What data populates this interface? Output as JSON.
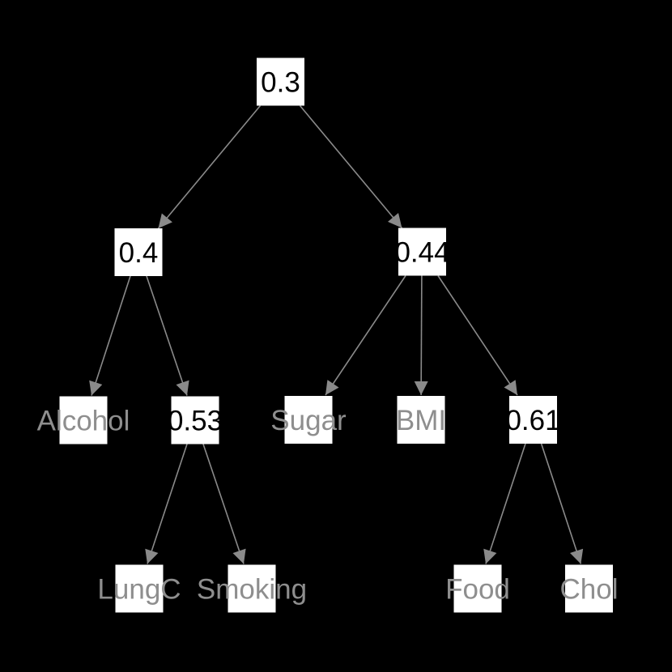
{
  "colors": {
    "background": "#000000",
    "node_fill": "#ffffff",
    "value_text": "#000000",
    "leaf_text": "#8e8e8e",
    "edge_color": "#8a8a8a"
  },
  "tree": {
    "nodes": {
      "root": {
        "label": "0.3",
        "type": "value"
      },
      "n04": {
        "label": "0.4",
        "type": "value"
      },
      "n044": {
        "label": "0.44",
        "type": "value"
      },
      "alcohol": {
        "label": "Alcohol",
        "type": "leaf"
      },
      "n053": {
        "label": "0.53",
        "type": "value"
      },
      "sugar": {
        "label": "Sugar",
        "type": "leaf"
      },
      "bmi": {
        "label": "BMI",
        "type": "leaf"
      },
      "n061": {
        "label": "0.61",
        "type": "value"
      },
      "lungc": {
        "label": "LungC",
        "type": "leaf"
      },
      "smoking": {
        "label": "Smoking",
        "type": "leaf"
      },
      "food": {
        "label": "Food",
        "type": "leaf"
      },
      "chol": {
        "label": "Chol",
        "type": "leaf"
      }
    },
    "edges": [
      {
        "from": "0.3",
        "to": "0.4"
      },
      {
        "from": "0.3",
        "to": "0.44"
      },
      {
        "from": "0.4",
        "to": "Alcohol"
      },
      {
        "from": "0.4",
        "to": "0.53"
      },
      {
        "from": "0.44",
        "to": "Sugar"
      },
      {
        "from": "0.44",
        "to": "BMI"
      },
      {
        "from": "0.44",
        "to": "0.61"
      },
      {
        "from": "0.53",
        "to": "LungC"
      },
      {
        "from": "0.53",
        "to": "Smoking"
      },
      {
        "from": "0.61",
        "to": "Food"
      },
      {
        "from": "0.61",
        "to": "Chol"
      }
    ]
  }
}
